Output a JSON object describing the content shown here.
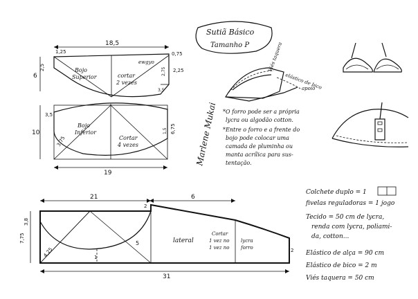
{
  "title": {
    "line1": "Sutiã Básico",
    "line2": "Tamanho P"
  },
  "upper_cup": {
    "width": "18,5",
    "left_top": "1,25",
    "left_side": "2,5",
    "left_height": "6",
    "edge_label": "ewgyo",
    "right_top": "0,75",
    "right_side": "2,25",
    "right_small": "2,75",
    "right_corner": "3,5",
    "name_line1": "Bojo",
    "name_line2": "Superior",
    "cut_line1": "cortar",
    "cut_line2": "2 vezes"
  },
  "lower_cup": {
    "left_top": "3,5",
    "left_height": "10",
    "left_bottom": "3,75",
    "width": "19",
    "right_height": "6,75",
    "right_edge": "1,5",
    "name_line1": "Bojo",
    "name_line2": "Inferior",
    "cut_line1": "Cortar",
    "cut_line2": "4 vezes"
  },
  "band": {
    "top_left": "21",
    "top_right": "6",
    "total": "31",
    "left_a": "3,8",
    "left_b": "7,75",
    "left_diag": "4,25",
    "mid_small": "1",
    "mid_five": "5",
    "top_step": "2",
    "right_end": "2",
    "lateral": "lateral",
    "cut1_line1": "Cortar",
    "cut1_line2": "1 vez no",
    "cut1_line3": "1 vez no",
    "cut2_line1": "",
    "cut2_line2": "lycra",
    "cut2_line3": "forro"
  },
  "annotations": {
    "vies": "Viés taquera",
    "elastico_bico": "elástico de bico",
    "apoio": "apoio"
  },
  "notes": [
    "*O forro pode ser a própria",
    "lycra ou algodão cotton.",
    "*Entre o forro e a frente do",
    "bojo pode colocar uma",
    "camada de pluminha ou",
    "manta acrílica para sus-",
    "tentação."
  ],
  "signature": "Marlene Mukai",
  "materials": [
    "Colchete duplo = 1",
    "fivelas reguladoras = 1 jogo",
    "Tecido = 50 cm de lycra,",
    "renda com lycra, poliami-",
    "da, cotton...",
    "Elástico de alça = 90 cm",
    "Elástico de bico = 2 m",
    "Viés taquera = 50 cm"
  ]
}
